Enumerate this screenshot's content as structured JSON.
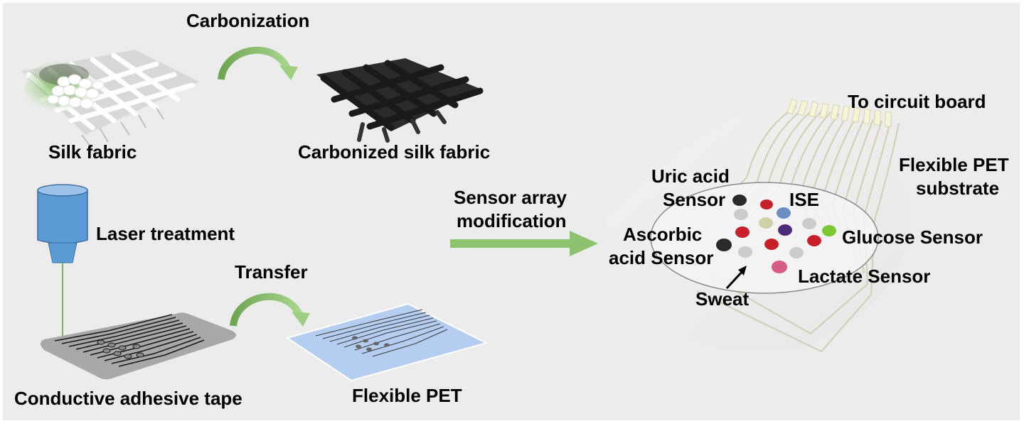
{
  "figure": {
    "background": "#ececec",
    "labels": {
      "carbonization": "Carbonization",
      "silk_fabric": "Silk fabric",
      "carbonized_silk_fabric": "Carbonized silk fabric",
      "laser_treatment": "Laser treatment",
      "transfer": "Transfer",
      "conductive_adhesive_tape": "Conductive adhesive tape",
      "flexible_pet": "Flexible PET",
      "sensor_array_line1": "Sensor array",
      "sensor_array_line2": "modification",
      "to_circuit_board": "To circuit board",
      "flexible_pet_substrate_line1": "Flexible PET",
      "flexible_pet_substrate_line2": "substrate",
      "uric_acid_line1": "Uric acid",
      "uric_acid_line2": "Sensor",
      "ise": "ISE",
      "ascorbic_line1": "Ascorbic",
      "ascorbic_line2": "acid Sensor",
      "glucose_sensor": "Glucose Sensor",
      "lactate_sensor": "Lactate Sensor",
      "sweat": "Sweat"
    },
    "colors": {
      "arrow_green": "#8dc26f",
      "arrow_green_dark": "#6ea653",
      "laser_blue": "#5b9bd5",
      "laser_beam": "#7cb35a",
      "tape_gray": "#a9a9a9",
      "pet_blue": "#b4cdf0",
      "carbon_black": "#222222"
    },
    "sensor_dots": [
      {
        "name": "black-electrode",
        "color": "#2a2a2a"
      },
      {
        "name": "red-electrode",
        "color": "#c8202a"
      },
      {
        "name": "gray-electrode",
        "color": "#c9cbcd"
      },
      {
        "name": "blue-electrode",
        "color": "#6a8fbf"
      },
      {
        "name": "olive-electrode",
        "color": "#cfd0a8"
      },
      {
        "name": "purple-electrode",
        "color": "#4a2a7a"
      },
      {
        "name": "green-electrode",
        "color": "#7ac832"
      },
      {
        "name": "pink-electrode",
        "color": "#d85a86"
      }
    ]
  }
}
